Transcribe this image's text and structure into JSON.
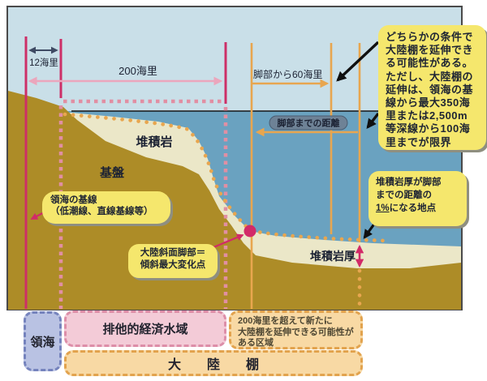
{
  "annotations": {
    "mile12": "12海里",
    "mile200": "200海里",
    "foot60": "脚部から60海里",
    "foot_distance_badge": "脚部までの距離",
    "sedimentary_rock": "堆積岩",
    "basement": "基盤",
    "sediment_thickness": "堆積岩厚"
  },
  "notes": {
    "big": {
      "lines": [
        "どちらかの条件で",
        "大陸棚を延伸でき",
        "る可能性がある。",
        "ただし、大陸棚の",
        "延伸は、領海の基",
        "線から最大350海",
        "里または2,500m",
        "等深線から100海",
        "里までが限界"
      ]
    },
    "baseline": {
      "lines": [
        "領海の基線",
        "（低潮線、直線基線等）"
      ]
    },
    "foot": {
      "lines": [
        "大陸斜面脚部＝",
        "傾斜最大変化点"
      ]
    },
    "onepercent": {
      "line1": "堆積岩厚が脚部",
      "line2": "までの距離の",
      "line3_underlined": "1%",
      "line3_rest": "になる地点"
    }
  },
  "legend": {
    "territorial_sea": "領海",
    "eez": "排他的経済水域",
    "beyond200_lines": [
      "200海里を超えて新たに",
      "大陸棚を延伸できる可能性が",
      "ある区域"
    ],
    "continental_shelf": "大　　陸　　棚"
  },
  "colors": {
    "sky": "#c9dfe8",
    "sea": "#6aa2c0",
    "basement_brown": "#ad8c27",
    "sediment_cream": "#ebe7c8",
    "magenta_line": "#cd2f67",
    "pink_dash": "#e18fa3",
    "light_pink_arrow": "#eba6bc",
    "orange_line": "#e8a64f",
    "note_yellow": "#f5e76d",
    "badge_slate": "#6e8296",
    "ryokai_fill": "#b9c2e3",
    "eez_fill": "#f3cbd7",
    "shelf_fill": "#f8d9a4"
  }
}
